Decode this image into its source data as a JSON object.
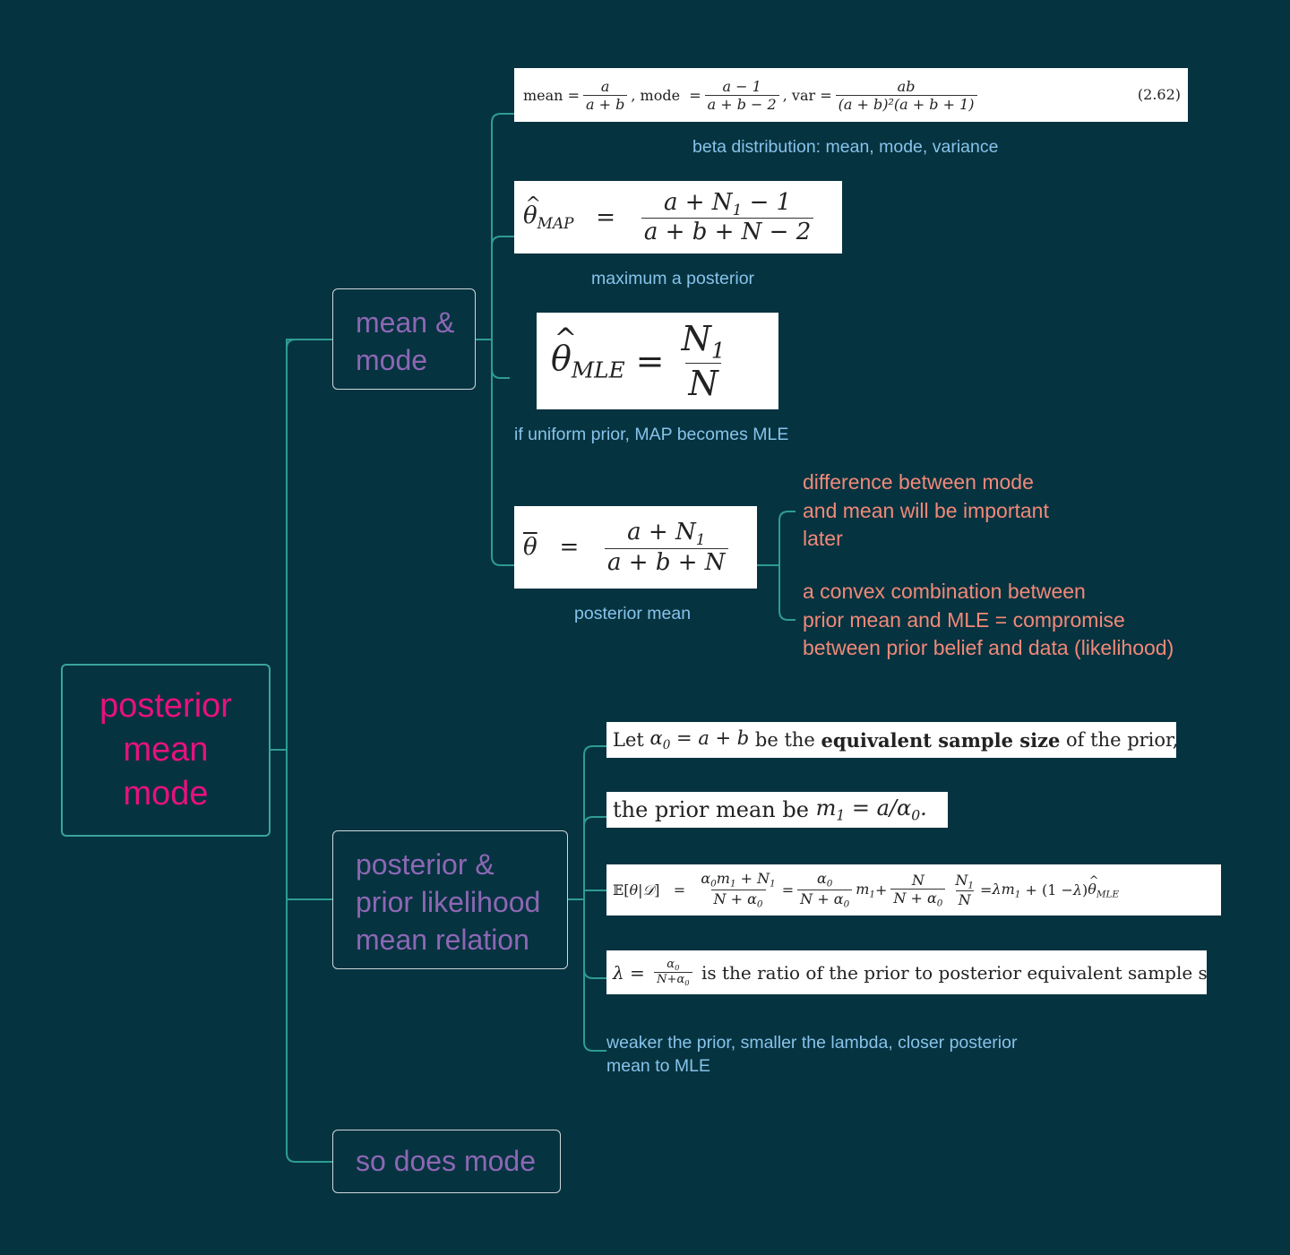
{
  "root": {
    "label": "posterior\nmean\nmode"
  },
  "branches": [
    {
      "label": "mean &\nmode"
    },
    {
      "label": "posterior &\nprior likelihood\nmean relation"
    },
    {
      "label": "so does mode"
    }
  ],
  "mean_mode": {
    "beta_formula": {
      "mean_word": "mean",
      "mode_word": "mode",
      "var_word": "var",
      "eq_number": "(2.62)",
      "caption": "beta distribution: mean, mode, variance"
    },
    "map_formula": {
      "caption": "maximum a posterior"
    },
    "mle_formula": {
      "caption": "if uniform prior, MAP becomes MLE"
    },
    "posterior_mean_formula": {
      "caption": "posterior mean",
      "notes": [
        "difference between mode\nand mean will be important\nlater",
        "a convex combination between\nprior mean and MLE = compromise\nbetween prior belief and data (likelihood)"
      ]
    }
  },
  "relation": {
    "line1": {
      "let": "Let",
      "be_the": "be the",
      "bold": "equivalent sample size",
      "rest": "of the prior,"
    },
    "line2": {
      "text": "the prior mean be"
    },
    "line4": {
      "text": "is the ratio of the prior to posterior equivalent sample size."
    },
    "caption": "weaker the prior, smaller the lambda, closer posterior\nmean to MLE"
  },
  "colors": {
    "background": "#063340",
    "connector": "#2e9c92",
    "root_text": "#e6127e",
    "branch_text": "#8d67b4",
    "caption_blue": "#87c3ea",
    "note_salmon": "#f18978"
  }
}
